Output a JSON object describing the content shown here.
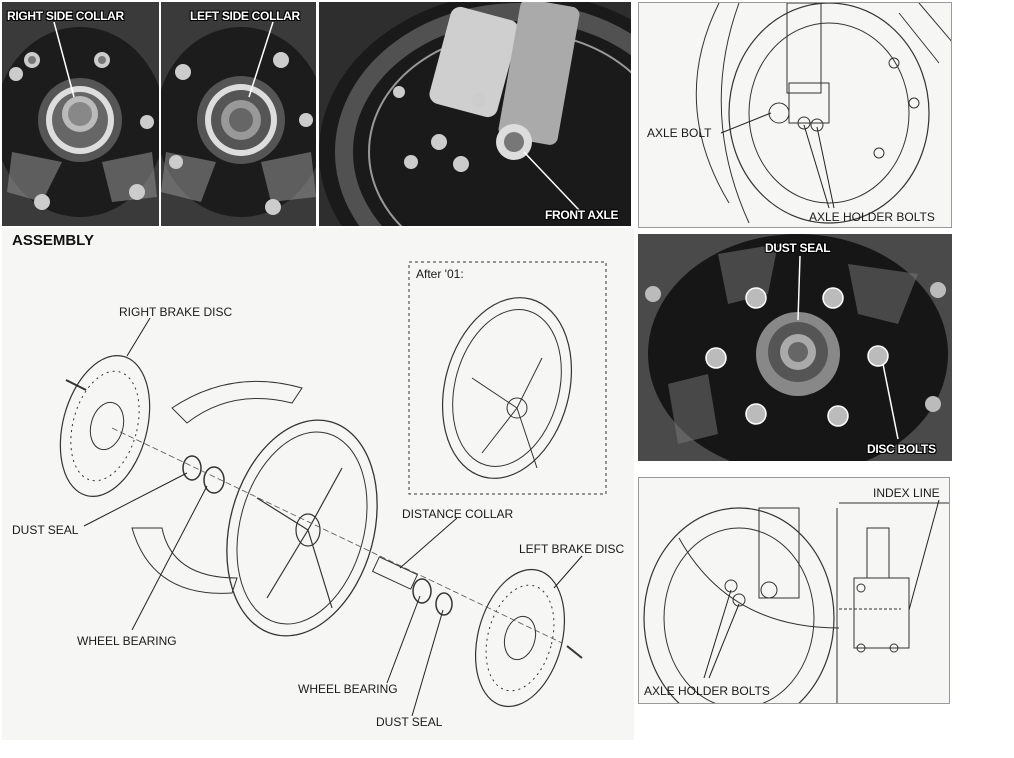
{
  "photos": {
    "right_side_collar": "RIGHT SIDE COLLAR",
    "left_side_collar": "LEFT SIDE COLLAR",
    "front_axle": "FRONT AXLE",
    "dust_seal": "DUST SEAL",
    "disc_bolts": "DISC BOLTS"
  },
  "axle_diagram": {
    "axle_bolt": "AXLE BOLT",
    "axle_holder_bolts": "AXLE HOLDER BOLTS"
  },
  "index_diagram": {
    "index_line": "INDEX LINE",
    "axle_holder_bolts": "AXLE HOLDER BOLTS"
  },
  "assembly": {
    "title": "ASSEMBLY",
    "after_note": "After '01:",
    "right_brake_disc": "RIGHT BRAKE DISC",
    "dust_seal_left": "DUST SEAL",
    "wheel_bearing_left": "WHEEL BEARING",
    "distance_collar": "DISTANCE COLLAR",
    "left_brake_disc": "LEFT BRAKE DISC",
    "wheel_bearing_right": "WHEEL BEARING",
    "dust_seal_right": "DUST SEAL"
  }
}
